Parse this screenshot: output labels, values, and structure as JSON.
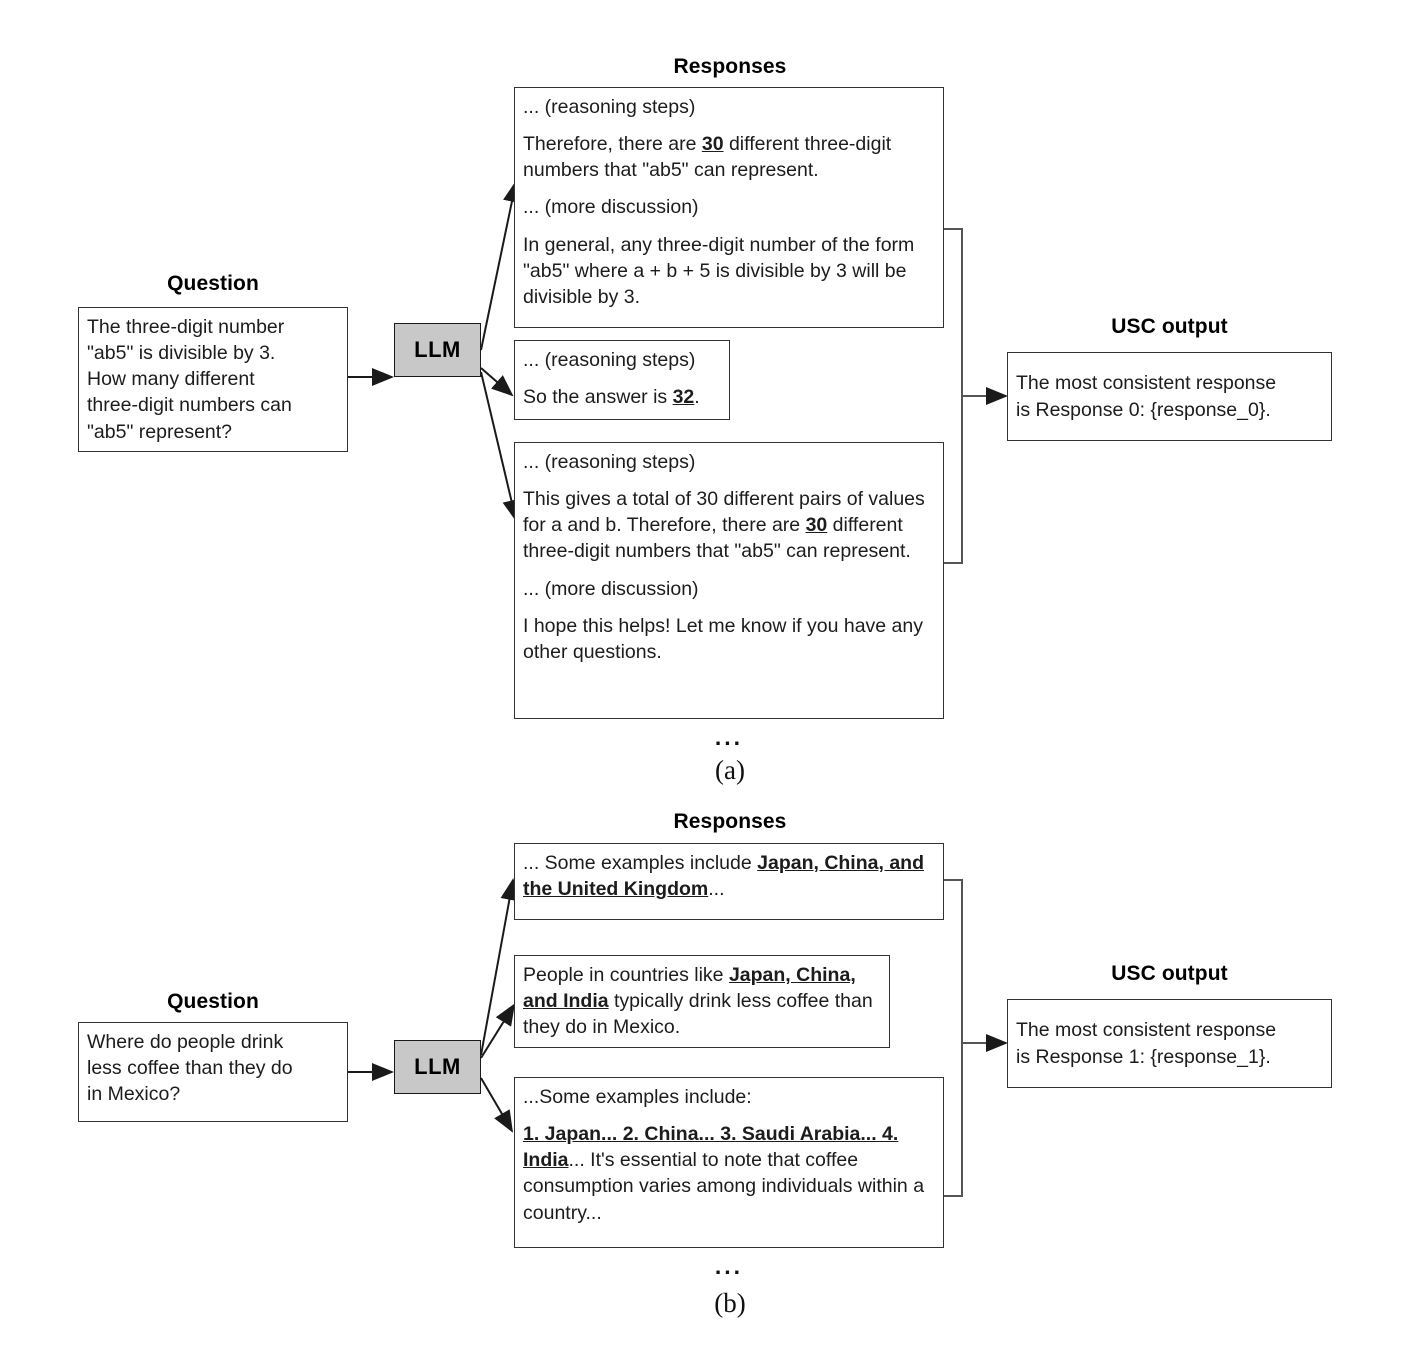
{
  "figure": {
    "panels": [
      {
        "id": "a",
        "caption": "(a)",
        "question_heading": "Question",
        "responses_heading": "Responses",
        "usc_heading": "USC output",
        "llm_label": "LLM",
        "ellipsis": "...",
        "question_text": "The three-digit number \"ab5\" is divisible by 3. How many different three-digit numbers can \"ab5\" represent?",
        "question_lines": [
          "The three-digit number",
          "\"ab5\" is divisible by 3.",
          "How many different",
          "three-digit numbers can",
          "\"ab5\" represent?"
        ],
        "responses": [
          {
            "index": 0,
            "paragraphs": [
              {
                "parts": [
                  {
                    "text": "... (reasoning steps)",
                    "style": "plain"
                  }
                ]
              },
              {
                "parts": [
                  {
                    "text": "Therefore, there are ",
                    "style": "plain"
                  },
                  {
                    "text": "30",
                    "style": "bold-underline"
                  },
                  {
                    "text": " different three-digit numbers that \"ab5\" can represent.",
                    "style": "plain"
                  }
                ]
              },
              {
                "parts": [
                  {
                    "text": "... (more discussion)",
                    "style": "plain"
                  }
                ]
              },
              {
                "parts": [
                  {
                    "text": "In general, any three-digit number of the form \"ab5\" where a + b + 5 is divisible by 3 will be divisible by 3.",
                    "style": "plain"
                  }
                ]
              }
            ]
          },
          {
            "index": 1,
            "paragraphs": [
              {
                "parts": [
                  {
                    "text": "... (reasoning steps)",
                    "style": "plain"
                  }
                ]
              },
              {
                "parts": [
                  {
                    "text": "So the answer is ",
                    "style": "plain"
                  },
                  {
                    "text": "32",
                    "style": "bold-underline"
                  },
                  {
                    "text": ".",
                    "style": "plain"
                  }
                ]
              }
            ]
          },
          {
            "index": 2,
            "paragraphs": [
              {
                "parts": [
                  {
                    "text": "... (reasoning steps)",
                    "style": "plain"
                  }
                ]
              },
              {
                "parts": [
                  {
                    "text": "This gives a total of 30 different pairs of values for a and b. Therefore, there are ",
                    "style": "plain"
                  },
                  {
                    "text": "30",
                    "style": "bold-underline"
                  },
                  {
                    "text": " different three-digit numbers that \"ab5\" can represent.",
                    "style": "plain"
                  }
                ]
              },
              {
                "parts": [
                  {
                    "text": "... (more discussion)",
                    "style": "plain"
                  }
                ]
              },
              {
                "parts": [
                  {
                    "text": "I hope this helps! Let me know if you have any other questions.",
                    "style": "plain"
                  }
                ]
              }
            ]
          }
        ],
        "usc_output_text": "The most consistent response is Response 0: {response_0}.",
        "usc_output_lines": [
          "The most consistent response",
          "is Response 0: {response_0}."
        ]
      },
      {
        "id": "b",
        "caption": "(b)",
        "question_heading": "Question",
        "responses_heading": "Responses",
        "usc_heading": "USC output",
        "llm_label": "LLM",
        "ellipsis": "...",
        "question_text": "Where do people drink less coffee than they do in Mexico?",
        "question_lines": [
          "Where do people drink",
          "less coffee than they do",
          "in Mexico?"
        ],
        "responses": [
          {
            "index": 0,
            "paragraphs": [
              {
                "parts": [
                  {
                    "text": "... Some examples include ",
                    "style": "plain"
                  },
                  {
                    "text": "Japan, China, and the United Kingdom",
                    "style": "bold-underline"
                  },
                  {
                    "text": "...",
                    "style": "plain"
                  }
                ]
              }
            ]
          },
          {
            "index": 1,
            "paragraphs": [
              {
                "parts": [
                  {
                    "text": "People in countries like ",
                    "style": "plain"
                  },
                  {
                    "text": "Japan, China, and India",
                    "style": "bold-underline"
                  },
                  {
                    "text": " typically drink less coffee than they do in Mexico.",
                    "style": "plain"
                  }
                ]
              }
            ]
          },
          {
            "index": 2,
            "paragraphs": [
              {
                "parts": [
                  {
                    "text": "...Some examples include:",
                    "style": "plain"
                  }
                ]
              },
              {
                "parts": [
                  {
                    "text": "1. Japan... 2. China... 3. Saudi Arabia... 4. India",
                    "style": "bold-underline"
                  },
                  {
                    "text": "... It's essential to note that coffee consumption varies among individuals within a country...",
                    "style": "plain"
                  }
                ]
              }
            ]
          }
        ],
        "usc_output_text": "The most consistent response is Response 1: {response_1}.",
        "usc_output_lines": [
          "The most consistent response",
          "is Response 1: {response_1}."
        ]
      }
    ],
    "colors": {
      "llm_fill": "#c8c8c8",
      "box_border": "#333333",
      "arrow": "#1a1a1a",
      "background": "#ffffff",
      "text": "#1c1c1c"
    }
  }
}
